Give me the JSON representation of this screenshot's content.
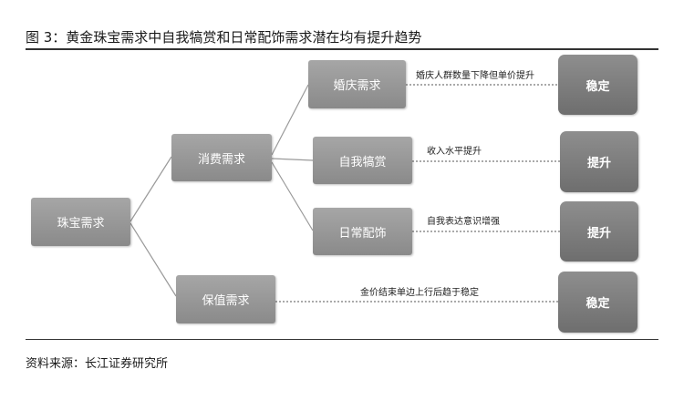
{
  "figure": {
    "title": "图 3：黄金珠宝需求中自我犒赏和日常配饰需求潜在均有提升趋势",
    "source": "资料来源：长江证券研究所"
  },
  "nodes": {
    "root": "珠宝需求",
    "consumption": "消费需求",
    "preservation": "保值需求",
    "wedding": "婚庆需求",
    "self_reward": "自我犒赏",
    "daily_accessory": "日常配饰"
  },
  "outcomes": {
    "wedding": "稳定",
    "self_reward": "提升",
    "daily_accessory": "提升",
    "preservation": "稳定"
  },
  "edge_labels": {
    "wedding": "婚庆人群数量下降但单价提升",
    "self_reward": "收入水平提升",
    "daily_accessory": "自我表达意识增强",
    "preservation": "金价结束单边上行后趋于稳定"
  },
  "colors": {
    "node_fill": "#999999",
    "result_fill": "#7e7e7e",
    "connector": "#9a9a9a",
    "dotted_line": "#555555"
  }
}
